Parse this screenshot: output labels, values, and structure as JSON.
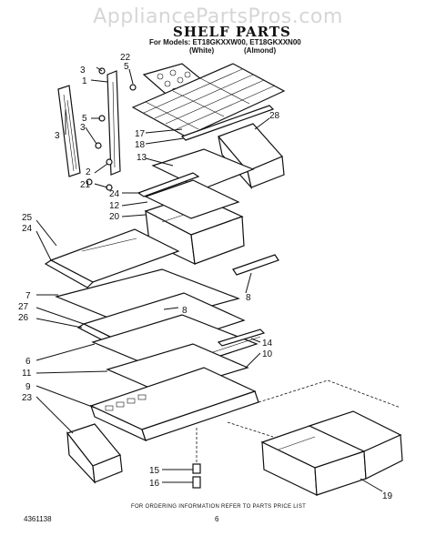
{
  "watermark": "AppliancePartsPros.com",
  "title": "SHELF PARTS",
  "models_line": "For Models: ET18GKXXW00, ET18GKXXN00",
  "model_colors": [
    "(White)",
    "(Almond)"
  ],
  "footer_note": "FOR ORDERING INFORMATION REFER TO PARTS PRICE LIST",
  "doc_number": "4361138",
  "page_number": "6",
  "callouts": {
    "c22": "22",
    "c5a": "5",
    "c3a": "3",
    "c1": "1",
    "c5b": "5",
    "c3b": "3",
    "c3c": "3",
    "c2": "2",
    "c21": "21",
    "c17": "17",
    "c18": "18",
    "c28": "28",
    "c13": "13",
    "c24a": "24",
    "c12": "12",
    "c20": "20",
    "c25": "25",
    "c24b": "24",
    "c7": "7",
    "c8a": "8",
    "c8b": "8",
    "c27": "27",
    "c26": "26",
    "c14": "14",
    "c6": "6",
    "c10": "10",
    "c11": "11",
    "c9": "9",
    "c23": "23",
    "c15": "15",
    "c16": "16",
    "c19": "19"
  }
}
